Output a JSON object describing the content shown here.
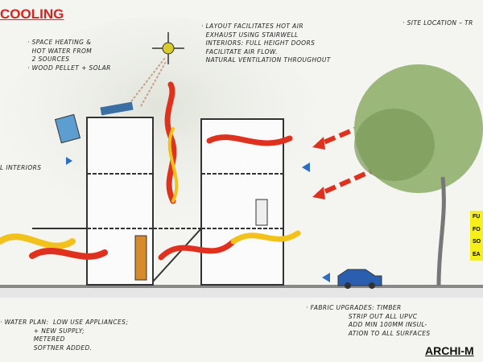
{
  "title": "COOLING",
  "notes": {
    "heating": "· SPACE HEATING &\n  HOT WATER FROM\n  2 SOURCES\n· WOOD PELLET + SOLAR",
    "layout": "· LAYOUT FACILITATES HOT AIR\n  EXHAUST USING STAIRWELL\n  INTERIORS: FULL HEIGHT DOORS\n  FACILITATE AIR FLOW.\n  NATURAL VENTILATION THROUGHOUT",
    "site": "· SITE LOCATION – TR",
    "interiors": "L INTERIORS",
    "water": "· WATER PLAN:  LOW USE APPLIANCES;\n               + NEW SUPPLY;\n               METERED\n               SOFTNER ADDED.",
    "fabric": "· FABRIC UPGRADES: TIMBER\n                   STRIP OUT ALL UPVC\n                   ADD MIN 100MM INSUL-\n                   ATION TO ALL SURFACES"
  },
  "side_box": [
    "FU",
    "FO",
    "SO",
    "EA"
  ],
  "logo": "ARCHI-M",
  "colors": {
    "title": "#e0201b",
    "arrow_red": "#e0301e",
    "arrow_yellow": "#f2c21a",
    "side_box": "#f6ef1a",
    "car": "#2a5fb0"
  }
}
